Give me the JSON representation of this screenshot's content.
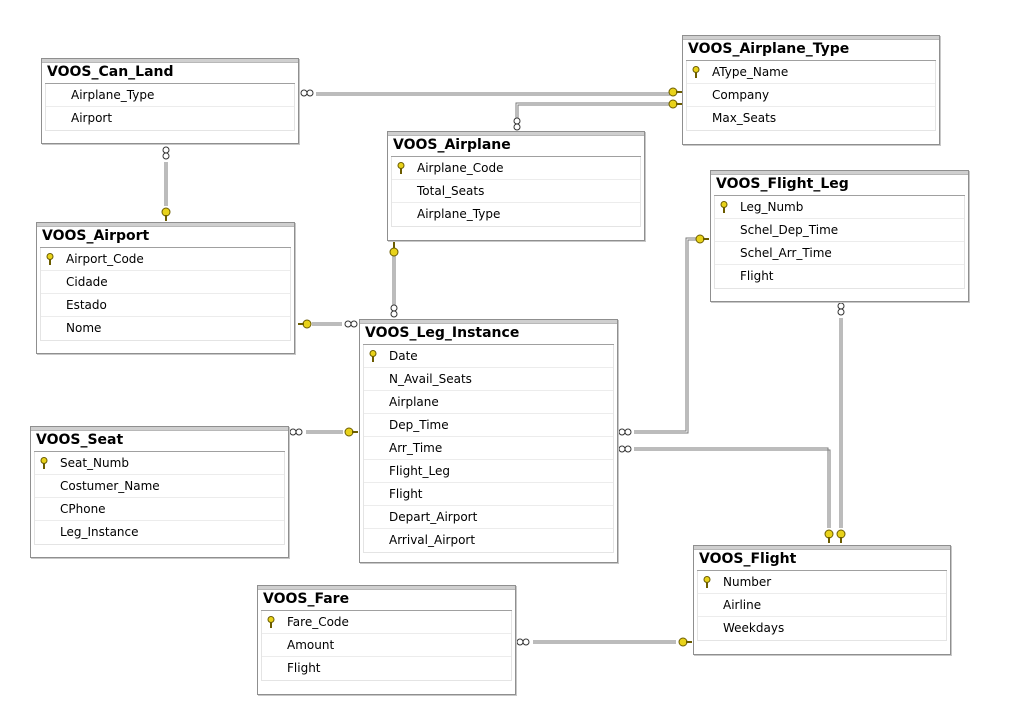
{
  "tables": {
    "can_land": {
      "title": "VOOS_Can_Land",
      "columns": [
        "Airplane_Type",
        "Airport"
      ]
    },
    "airplane_type": {
      "title": "VOOS_Airplane_Type",
      "columns": [
        "AType_Name",
        "Company",
        "Max_Seats"
      ]
    },
    "airplane": {
      "title": "VOOS_Airplane",
      "columns": [
        "Airplane_Code",
        "Total_Seats",
        "Airplane_Type"
      ]
    },
    "flight_leg": {
      "title": "VOOS_Flight_Leg",
      "columns": [
        "Leg_Numb",
        "Schel_Dep_Time",
        "Schel_Arr_Time",
        "Flight"
      ]
    },
    "airport": {
      "title": "VOOS_Airport",
      "columns": [
        "Airport_Code",
        "Cidade",
        "Estado",
        "Nome"
      ]
    },
    "leg_instance": {
      "title": "VOOS_Leg_Instance",
      "columns": [
        "Date",
        "N_Avail_Seats",
        "Airplane",
        "Dep_Time",
        "Arr_Time",
        "Flight_Leg",
        "Flight",
        "Depart_Airport",
        "Arrival_Airport"
      ]
    },
    "seat": {
      "title": "VOOS_Seat",
      "columns": [
        "Seat_Numb",
        "Costumer_Name",
        "CPhone",
        "Leg_Instance"
      ]
    },
    "flight": {
      "title": "VOOS_Flight",
      "columns": [
        "Number",
        "Airline",
        "Weekdays"
      ]
    },
    "fare": {
      "title": "VOOS_Fare",
      "columns": [
        "Fare_Code",
        "Amount",
        "Flight"
      ]
    }
  },
  "colors": {
    "key": "#e8d21a",
    "line": "#7a7a7a",
    "border": "#8f8f8f"
  },
  "icons": {
    "primary_key": "key-icon",
    "many_end": "infinity-icon",
    "one_end": "key-icon"
  }
}
